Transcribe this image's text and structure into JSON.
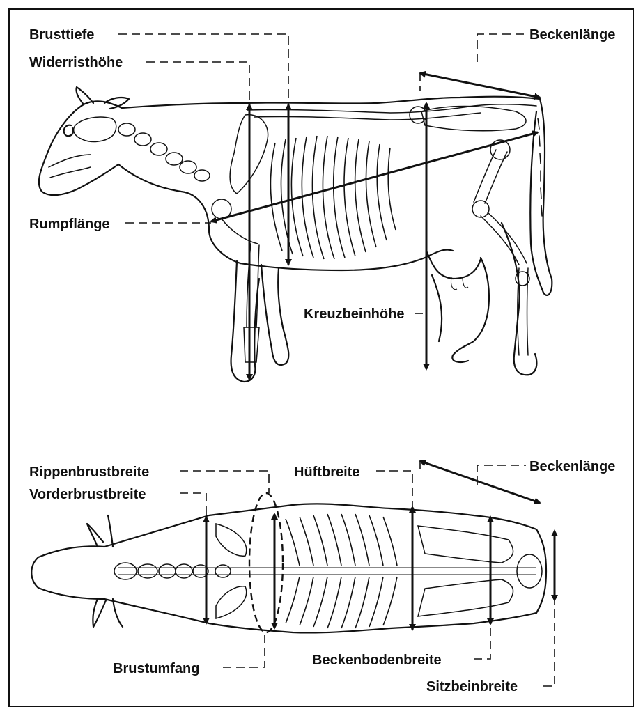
{
  "side_view": {
    "labels": {
      "brusttiefe": "Brusttiefe",
      "widerristhoehe": "Widerristhöhe",
      "beckenlaenge": "Beckenlänge",
      "rumpflaenge": "Rumpflänge",
      "kreuzbeinhoehe": "Kreuzbeinhöhe"
    }
  },
  "top_view": {
    "labels": {
      "rippenbrustbreite": "Rippenbrustbreite",
      "vorderbrustbreite": "Vorderbrustbreite",
      "hueftbreite": "Hüftbreite",
      "beckenlaenge": "Beckenlänge",
      "brustumfang": "Brustumfang",
      "beckenbodenbreite": "Beckenbodenbreite",
      "sitzbeinbreite": "Sitzbeinbreite"
    }
  }
}
